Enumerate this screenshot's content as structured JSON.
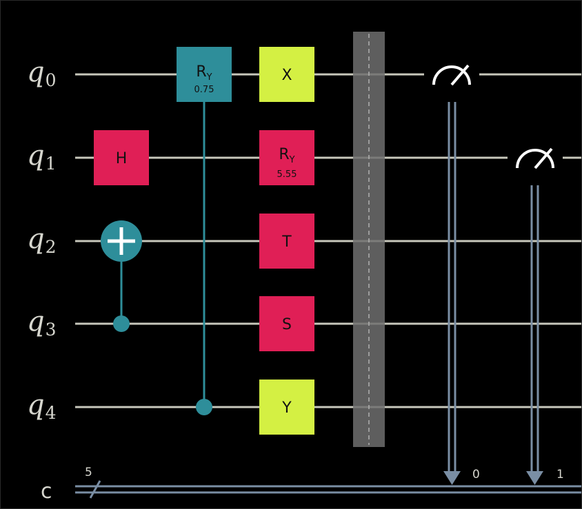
{
  "colors": {
    "background": "#000000",
    "wire": "#c8c8bc",
    "classical_wire": "#7a8ea4",
    "pauli": "#d4f043",
    "phase": "#e01f56",
    "rotation_y": "#2e8e9a",
    "control": "#2e8e9a",
    "barrier": "#6e6e6e",
    "measure": "#000000"
  },
  "qubits": [
    {
      "letter": "q",
      "index": "0"
    },
    {
      "letter": "q",
      "index": "1"
    },
    {
      "letter": "q",
      "index": "2"
    },
    {
      "letter": "q",
      "index": "3"
    },
    {
      "letter": "q",
      "index": "4"
    }
  ],
  "classical": {
    "label": "c",
    "width": "5",
    "bits": [
      "0",
      "1"
    ]
  },
  "gates": {
    "h_q1": {
      "label": "H"
    },
    "cry": {
      "label": "R",
      "sub": "Y",
      "param": "0.75"
    },
    "x_q0": {
      "label": "X"
    },
    "ry_q1": {
      "label": "R",
      "sub": "Y",
      "param": "5.55"
    },
    "t_q2": {
      "label": "T"
    },
    "s_q3": {
      "label": "S"
    },
    "y_q4": {
      "label": "Y"
    }
  },
  "icons": {
    "cnot_target": "plus-circle-icon",
    "control_dot": "dot-icon",
    "measure": "meter-icon",
    "barrier": "barrier-icon"
  }
}
